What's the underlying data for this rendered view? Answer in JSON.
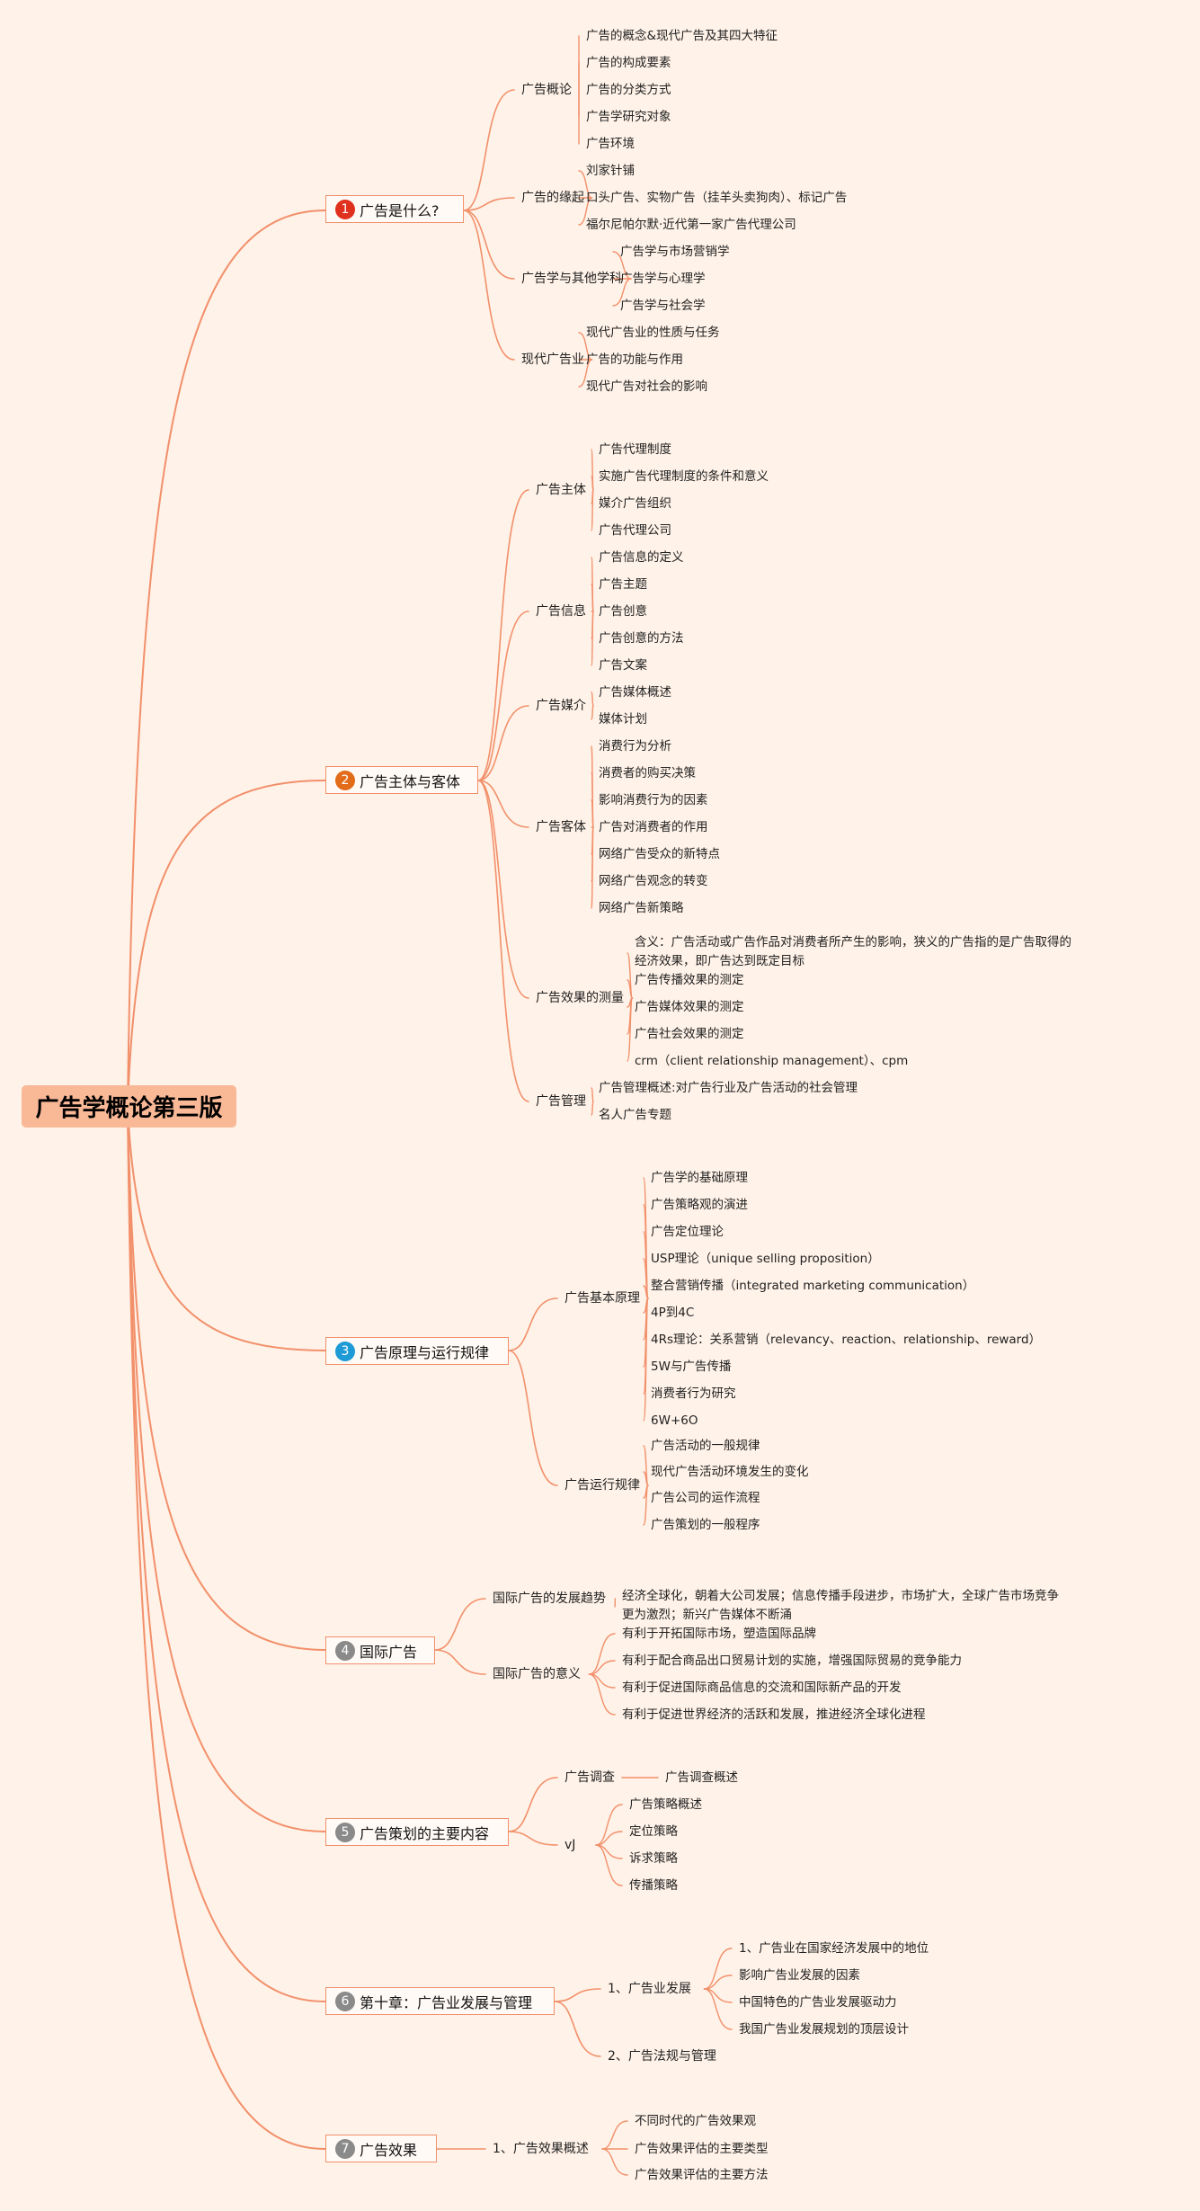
{
  "root": "广告学概论第三版",
  "branches": [
    {
      "num": "1",
      "color": "#e0301e",
      "label": "广告是什么?",
      "children": [
        {
          "label": "广告概论",
          "children": [
            "广告的概念&现代广告及其四大特征",
            "广告的构成要素",
            "广告的分类方式",
            "广告学研究对象",
            "广告环境"
          ]
        },
        {
          "label": "广告的缘起",
          "children": [
            "刘家针铺",
            "口头广告、实物广告（挂羊头卖狗肉）、标记广告",
            "福尔尼帕尔默·近代第一家广告代理公司"
          ]
        },
        {
          "label": "广告学与其他学科",
          "children": [
            "广告学与市场营销学",
            "广告学与心理学",
            "广告学与社会学"
          ]
        },
        {
          "label": "现代广告业",
          "children": [
            "现代广告业的性质与任务",
            "广告的功能与作用",
            "现代广告对社会的影响"
          ]
        }
      ]
    },
    {
      "num": "2",
      "color": "#e36c1a",
      "label": "广告主体与客体",
      "children": [
        {
          "label": "广告主体",
          "children": [
            "广告代理制度",
            "实施广告代理制度的条件和意义",
            "媒介广告组织",
            "广告代理公司"
          ]
        },
        {
          "label": "广告信息",
          "children": [
            "广告信息的定义",
            "广告主题",
            "广告创意",
            "广告创意的方法",
            "广告文案"
          ]
        },
        {
          "label": "广告媒介",
          "children": [
            "广告媒体概述",
            "媒体计划"
          ]
        },
        {
          "label": "广告客体",
          "children": [
            "消费行为分析",
            "消费者的购买决策",
            "影响消费行为的因素",
            "广告对消费者的作用",
            "网络广告受众的新特点",
            "网络广告观念的转变",
            "网络广告新策略"
          ]
        },
        {
          "label": "广告效果的测量",
          "children": [
            "含义：广告活动或广告作品对消费者所产生的影响，狭义的广告指的是广告取得的经济效果，即广告达到既定目标",
            "广告传播效果的测定",
            "广告媒体效果的测定",
            "广告社会效果的测定",
            "crm（client relationship management）、cpm"
          ]
        },
        {
          "label": "广告管理",
          "children": [
            "广告管理概述:对广告行业及广告活动的社会管理",
            "名人广告专题"
          ]
        }
      ]
    },
    {
      "num": "3",
      "color": "#1e9ad6",
      "label": "广告原理与运行规律",
      "children": [
        {
          "label": "广告基本原理",
          "children": [
            "广告学的基础原理",
            "广告策略观的演进",
            "广告定位理论",
            "USP理论（unique selling proposition）",
            "整合营销传播（integrated marketing communication）",
            "4P到4C",
            "4Rs理论：关系营销（relevancy、reaction、relationship、reward）",
            "5W与广告传播",
            "消费者行为研究",
            "6W+6O"
          ]
        },
        {
          "label": "广告运行规律",
          "children": [
            "广告活动的一般规律",
            "现代广告活动环境发生的变化",
            "广告公司的运作流程",
            "广告策划的一般程序"
          ]
        }
      ]
    },
    {
      "num": "4",
      "color": "#8a8a8a",
      "label": "国际广告",
      "children": [
        {
          "label": "国际广告的发展趋势",
          "children": [
            "经济全球化，朝着大公司发展；信息传播手段进步，市场扩大，全球广告市场竞争更为激烈；新兴广告媒体不断涌"
          ]
        },
        {
          "label": "国际广告的意义",
          "children": [
            "有利于开拓国际市场，塑造国际品牌",
            "有利于配合商品出口贸易计划的实施，增强国际贸易的竞争能力",
            "有利于促进国际商品信息的交流和国际新产品的开发",
            "有利于促进世界经济的活跃和发展，推进经济全球化进程"
          ]
        }
      ]
    },
    {
      "num": "5",
      "color": "#8a8a8a",
      "label": "广告策划的主要内容",
      "children": [
        {
          "label": "广告调查",
          "children": [
            "广告调查概述"
          ]
        },
        {
          "label": "vJ",
          "children": [
            "广告策略概述",
            "定位策略",
            "诉求策略",
            "传播策略"
          ]
        }
      ]
    },
    {
      "num": "6",
      "color": "#8a8a8a",
      "label": "第十章：广告业发展与管理",
      "children": [
        {
          "label": "1、广告业发展",
          "children": [
            "1、广告业在国家经济发展中的地位",
            "影响广告业发展的因素",
            "中国特色的广告业发展驱动力",
            "我国广告业发展规划的顶层设计"
          ]
        },
        {
          "label": "2、广告法规与管理",
          "children": []
        }
      ]
    },
    {
      "num": "7",
      "color": "#8a8a8a",
      "label": "广告效果",
      "children": [
        {
          "label": "1、广告效果概述",
          "children": [
            "不同时代的广告效果观",
            "广告效果评估的主要类型",
            "广告效果评估的主要方法"
          ]
        }
      ]
    }
  ],
  "colors": {
    "line": "#f2906b",
    "root_bg": "#f9b896",
    "background": "#fff2e8"
  }
}
